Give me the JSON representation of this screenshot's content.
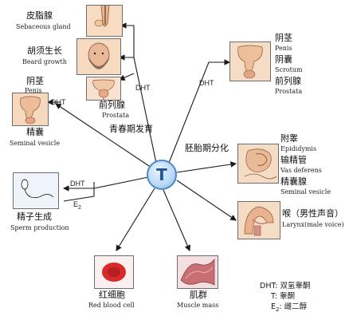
{
  "center": {
    "symbol": "T"
  },
  "edge_labels": {
    "puberty": "青春期发育",
    "embryo": "胚胎期分化",
    "dht_top": "DHT",
    "dht_left": "DHT",
    "dht_right": "DHT",
    "dht_sperm": "DHT",
    "e2_base": "E",
    "e2_sub": "2"
  },
  "targets": {
    "sebaceous": {
      "cn": "皮脂腺",
      "en": "Sebaceous gland"
    },
    "beard": {
      "cn": "胡须生长",
      "en": "Beard growth"
    },
    "prostate_puberty": {
      "cn": "前列腺",
      "en": "Prostata"
    },
    "penis_puberty": {
      "cn": "阴茎",
      "en": "Penis"
    },
    "seminal_puberty": {
      "cn": "精囊",
      "en": "Seminal vesicle"
    },
    "sperm": {
      "cn": "精子生成",
      "en": "Sperm production"
    },
    "rbc": {
      "cn": "红细胞",
      "en": "Red blood cell"
    },
    "muscle": {
      "cn": "肌群",
      "en": "Muscle mass"
    },
    "larynx": {
      "cn": "喉（男性声音）",
      "en": "Larynx(male voice)"
    },
    "embryo_right": {
      "cn1": "阴茎",
      "en1": "Penis",
      "cn2": "阴囊",
      "en2": "Scrotum",
      "cn3": "前列腺",
      "en3": "Prostata"
    },
    "epididymis": {
      "cn1": "附睾",
      "en1": "Epididymis",
      "cn2": "输精管",
      "en2": "Vas deferens",
      "cn3": "精囊腺",
      "en3": "Seminal vesicle"
    }
  },
  "legend": {
    "dht": "DHT: 双氢睾酮",
    "t": "T: 睾酮",
    "e2_prefix": "E",
    "e2_sub": "2",
    "e2_suffix": ": 雌二醇"
  }
}
